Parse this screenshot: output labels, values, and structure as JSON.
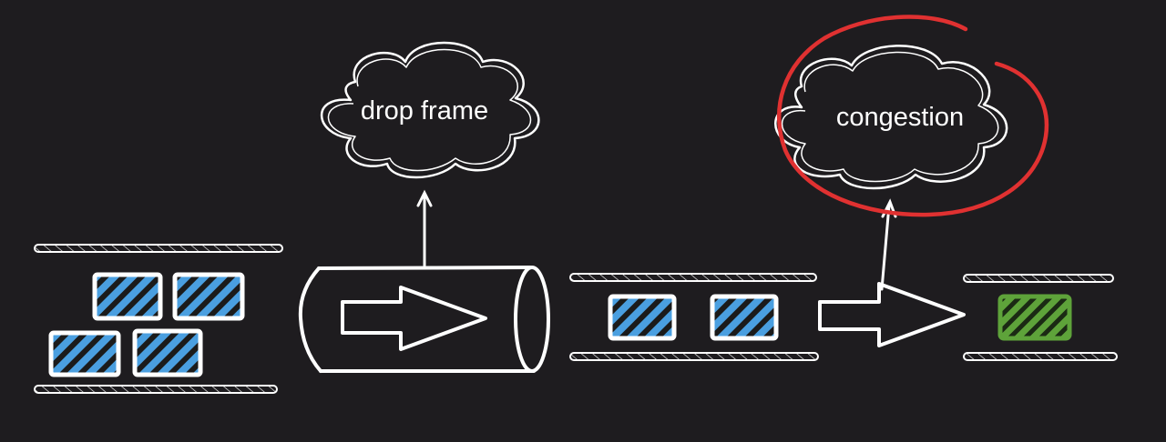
{
  "clouds": [
    {
      "id": "cloud-drop",
      "label": "drop frame"
    },
    {
      "id": "cloud-congestion",
      "label": "congestion"
    }
  ],
  "colors": {
    "background": "#1e1c1f",
    "stroke": "#ffffff",
    "packet_blue": "#4a9fe0",
    "packet_stripe": "#1b1b1b",
    "packet_green": "#5ea33a",
    "highlight_red": "#e03131"
  },
  "icons": {
    "pipe": "cylinder-pipe-icon",
    "flow_arrow": "right-arrow-icon",
    "up_arrow": "up-arrow-icon"
  }
}
